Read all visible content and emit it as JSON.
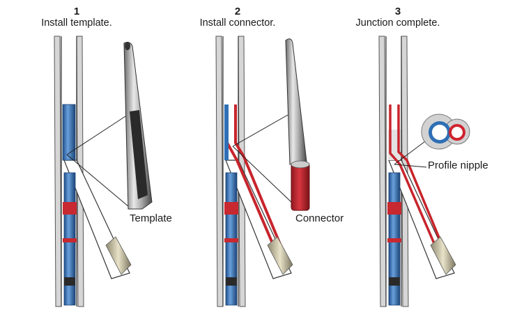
{
  "steps": [
    {
      "number": "1",
      "title": "Install template."
    },
    {
      "number": "2",
      "title": "Install connector."
    },
    {
      "number": "3",
      "title": "Junction complete."
    }
  ],
  "callouts": {
    "template": "Template",
    "connector": "Connector",
    "profile_nipple": "Profile nipple"
  },
  "colors": {
    "casing_blue": "#2e6fb5",
    "connector_red": "#d0242e",
    "formation_gray": "#d6d6d6",
    "metal_gray": "#a8a8a8",
    "tan_tool": "#d9d2b8"
  }
}
